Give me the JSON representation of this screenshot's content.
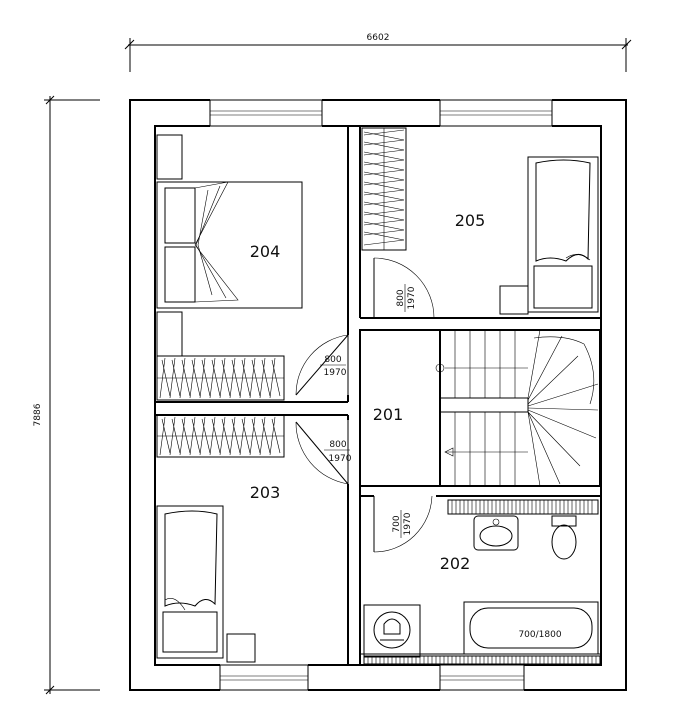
{
  "dimensions": {
    "width": "6602",
    "height": "7886"
  },
  "rooms": {
    "r201": "201",
    "r202": "202",
    "r203": "203",
    "r204": "204",
    "r205": "205"
  },
  "doors": {
    "d204": {
      "w": "800",
      "h": "1970"
    },
    "d203": {
      "w": "800",
      "h": "1970"
    },
    "d205": {
      "w": "800",
      "h": "1970"
    },
    "d202": {
      "w": "700",
      "h": "1970"
    }
  },
  "bathtub": "700/1800"
}
